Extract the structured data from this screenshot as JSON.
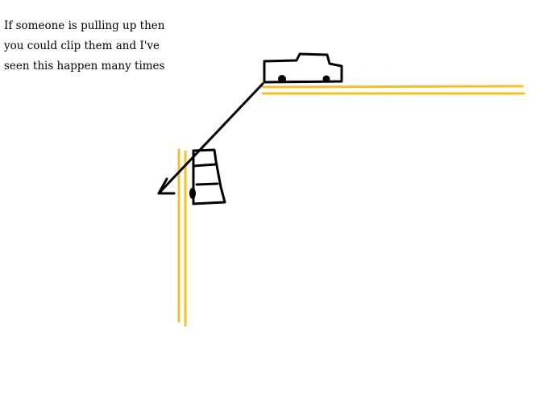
{
  "caption": {
    "lines": [
      "If someone is pulling up then",
      "you could clip them and I've",
      "seen this happen many times"
    ]
  },
  "colors": {
    "road_line": "#f5c02a",
    "ink": "#000000",
    "background": "#ffffff"
  }
}
